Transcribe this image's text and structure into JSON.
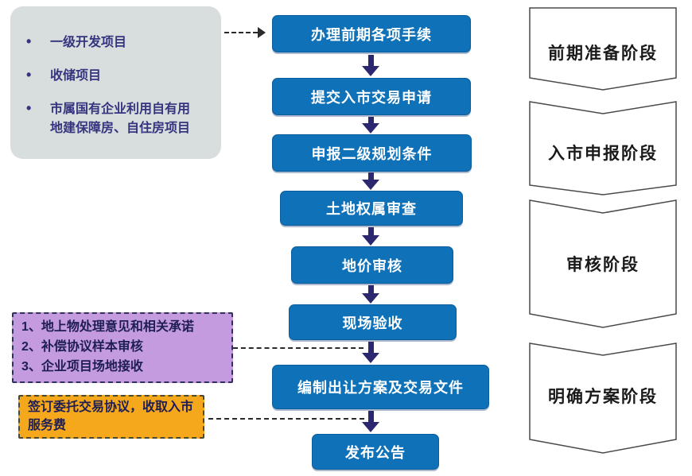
{
  "colors": {
    "step_blue": "#0F71B8",
    "step_text": "#FFFFFF",
    "arrow_navy": "#2B2870",
    "panel_gray": "#D8DDDD",
    "panel_text": "#35347F",
    "purple_bg": "#C49BDE",
    "orange_bg": "#F6A81C",
    "note_text": "#1E1E55",
    "banner_text": "#1A1A1A",
    "banner_border": "#4A4A4A",
    "connector_dark": "#2A2A2A"
  },
  "eligible_projects": {
    "bullet_glyph": "•",
    "items": [
      "一级开发项目",
      "收储项目",
      "市属国有企业利用自有用地建保障房、自住房项目"
    ]
  },
  "flow_steps": [
    "办理前期各项手续",
    "提交入市交易申请",
    "申报二级规划条件",
    "土地权属审查",
    "地价审核",
    "现场验收",
    "编制出让方案及交易文件",
    "发布公告"
  ],
  "stages": [
    "前期准备阶段",
    "入市申报阶段",
    "审核阶段",
    "明确方案阶段"
  ],
  "review_note": {
    "items": [
      "1、地上物处理意见和相关承诺",
      "2、补偿协议样本审核",
      "3、企业项目场地接收"
    ]
  },
  "agreement_note": {
    "text": "签订委托交易协议，收取入市服务费"
  }
}
